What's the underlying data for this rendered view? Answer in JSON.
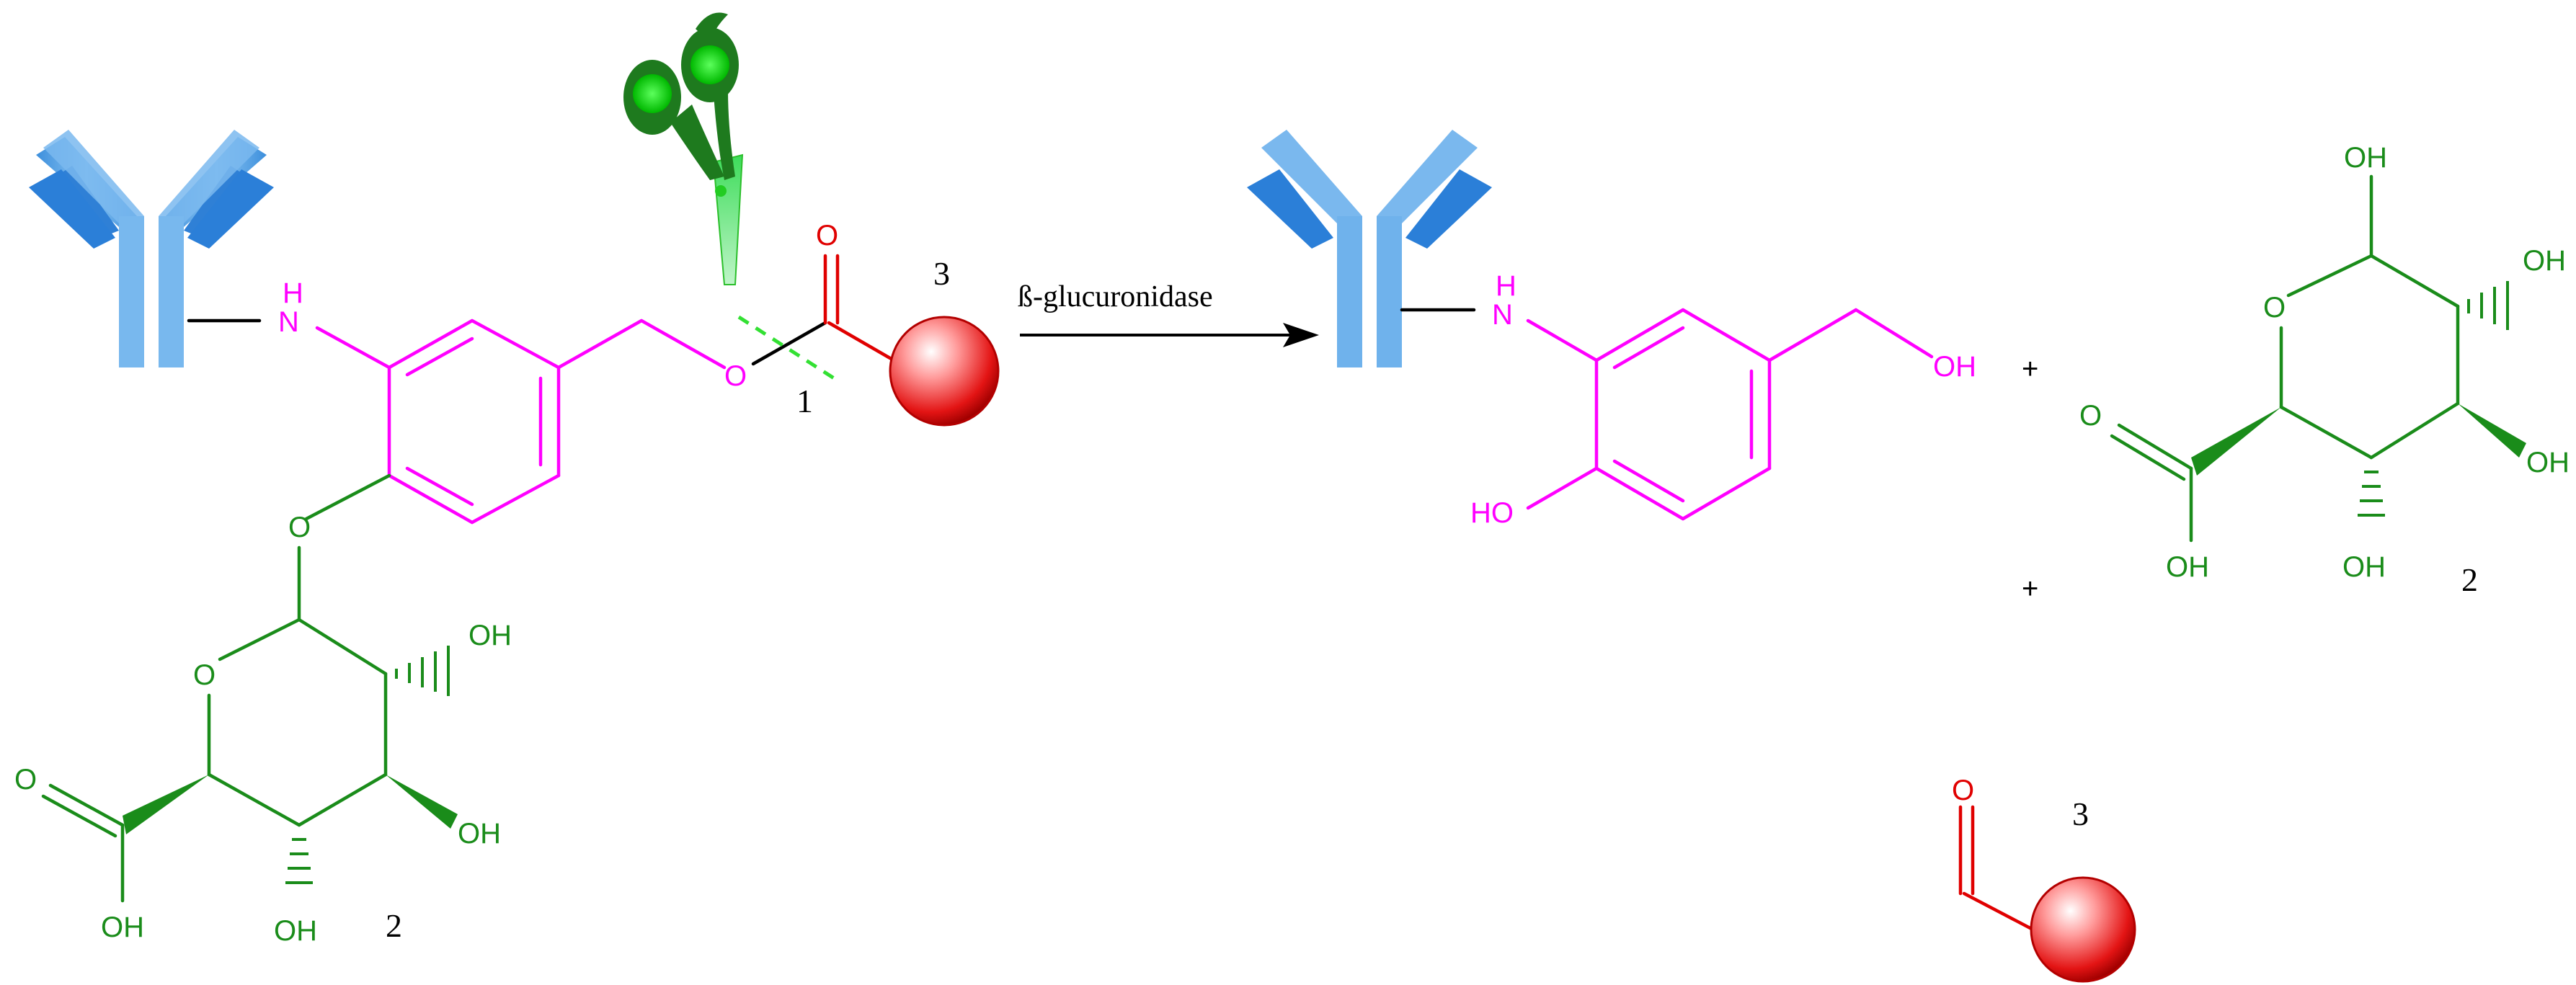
{
  "labels": {
    "nh": "H",
    "n": "N",
    "o": "O",
    "oh": "OH",
    "ho": "HO",
    "plus": "+",
    "enzyme": "ß-glucuronidase",
    "num1": "1",
    "num2": "2",
    "num3": "3"
  },
  "colors": {
    "linker": "#ff00ff",
    "glucuronide": "#1a8c1a",
    "payload": "#e00000",
    "antibody": "#5aa8e8",
    "scissors": "#2e8b2e"
  },
  "icons": {
    "antibody": "antibody-icon",
    "scissors": "scissors-icon",
    "payload": "drug-sphere-icon"
  }
}
